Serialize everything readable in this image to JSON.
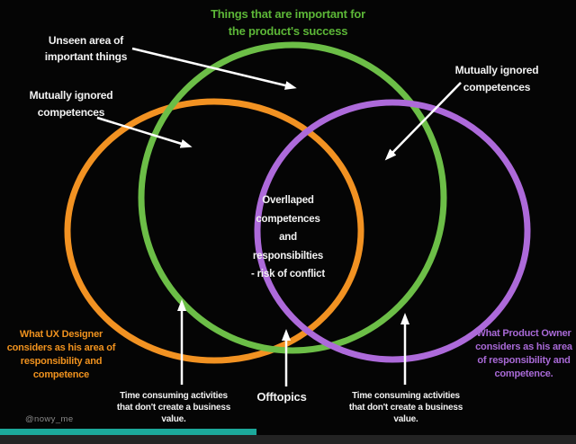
{
  "colors": {
    "background": "#050505",
    "green_circle": "#6cbe47",
    "orange_circle": "#f29222",
    "purple_circle": "#ad6ada",
    "green_text": "#5cb637",
    "orange_text": "#f0921e",
    "purple_text": "#a869d6",
    "white_text": "#f2f2f2",
    "arrow": "#ffffff",
    "progress_bar": "#1ca89a",
    "bottom_strip": "#232323",
    "watermark_text": "#8a8a8a"
  },
  "title": {
    "lines": [
      "Things that are important for",
      "the product's success"
    ]
  },
  "labels": {
    "unseen_area": {
      "lines": [
        "Unseen area of",
        "important things"
      ]
    },
    "mutually_ignored_left": {
      "lines": [
        "Mutually ignored",
        "competences"
      ]
    },
    "mutually_ignored_right": {
      "lines": [
        "Mutually ignored",
        "competences"
      ]
    },
    "overlap_center": {
      "lines": [
        "Overllaped",
        "competences",
        "and",
        "responsibilties",
        "- risk of conflict"
      ]
    },
    "ux_designer": {
      "lines": [
        "What UX Designer",
        "considers as his area of",
        "responsibility and",
        "competence"
      ]
    },
    "product_owner": {
      "lines": [
        "What Product Owner",
        "considers as his area",
        "of responsibility and",
        "competence."
      ]
    },
    "time_consuming_left": {
      "lines": [
        "Time consuming activities",
        "that don't create a business",
        "value."
      ]
    },
    "offtopics": "Offtopics",
    "time_consuming_right": {
      "lines": [
        "Time consuming activities",
        "that don't create a business",
        "value."
      ]
    }
  },
  "watermark": "@nowy_me",
  "player": {
    "progress_percent": 44.5
  }
}
